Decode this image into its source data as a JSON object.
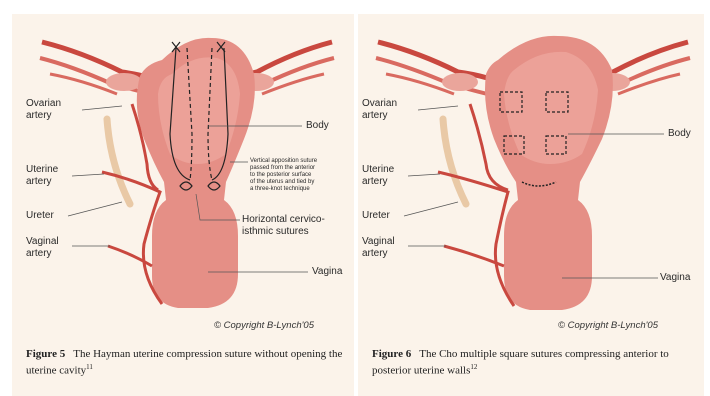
{
  "colors": {
    "uterus": "#e58f86",
    "uterus_light": "#f2b1a7",
    "vessel": "#c9483f",
    "ureter": "#e9c9a6",
    "panel_bg": "#fbf3ea"
  },
  "figure5": {
    "labels": {
      "ovarian": "Ovarian\nartery",
      "uterine": "Uterine\nartery",
      "ureter": "Ureter",
      "vaginal": "Vaginal\nartery",
      "body": "Body",
      "vertical_note": "Vertical apposition suture\npassed from the anterior\nto the posterior surface\nof the uterus and tied by\na three-knot technique",
      "horizontal": "Horizontal cervico-\nisthmic sutures",
      "vagina": "Vagina"
    },
    "copyright": "© Copyright B-Lynch'05",
    "caption_num": "Figure 5",
    "caption_text": "The Hayman uterine compression suture without opening the uterine cavity",
    "caption_ref": "11"
  },
  "figure6": {
    "labels": {
      "ovarian": "Ovarian\nartery",
      "uterine": "Uterine\nartery",
      "ureter": "Ureter",
      "vaginal": "Vaginal\nartery",
      "body": "Body",
      "vagina": "Vagina"
    },
    "copyright": "© Copyright B-Lynch'05",
    "caption_num": "Figure 6",
    "caption_text": "The Cho multiple square sutures compressing anterior to posterior uterine walls",
    "caption_ref": "12"
  }
}
